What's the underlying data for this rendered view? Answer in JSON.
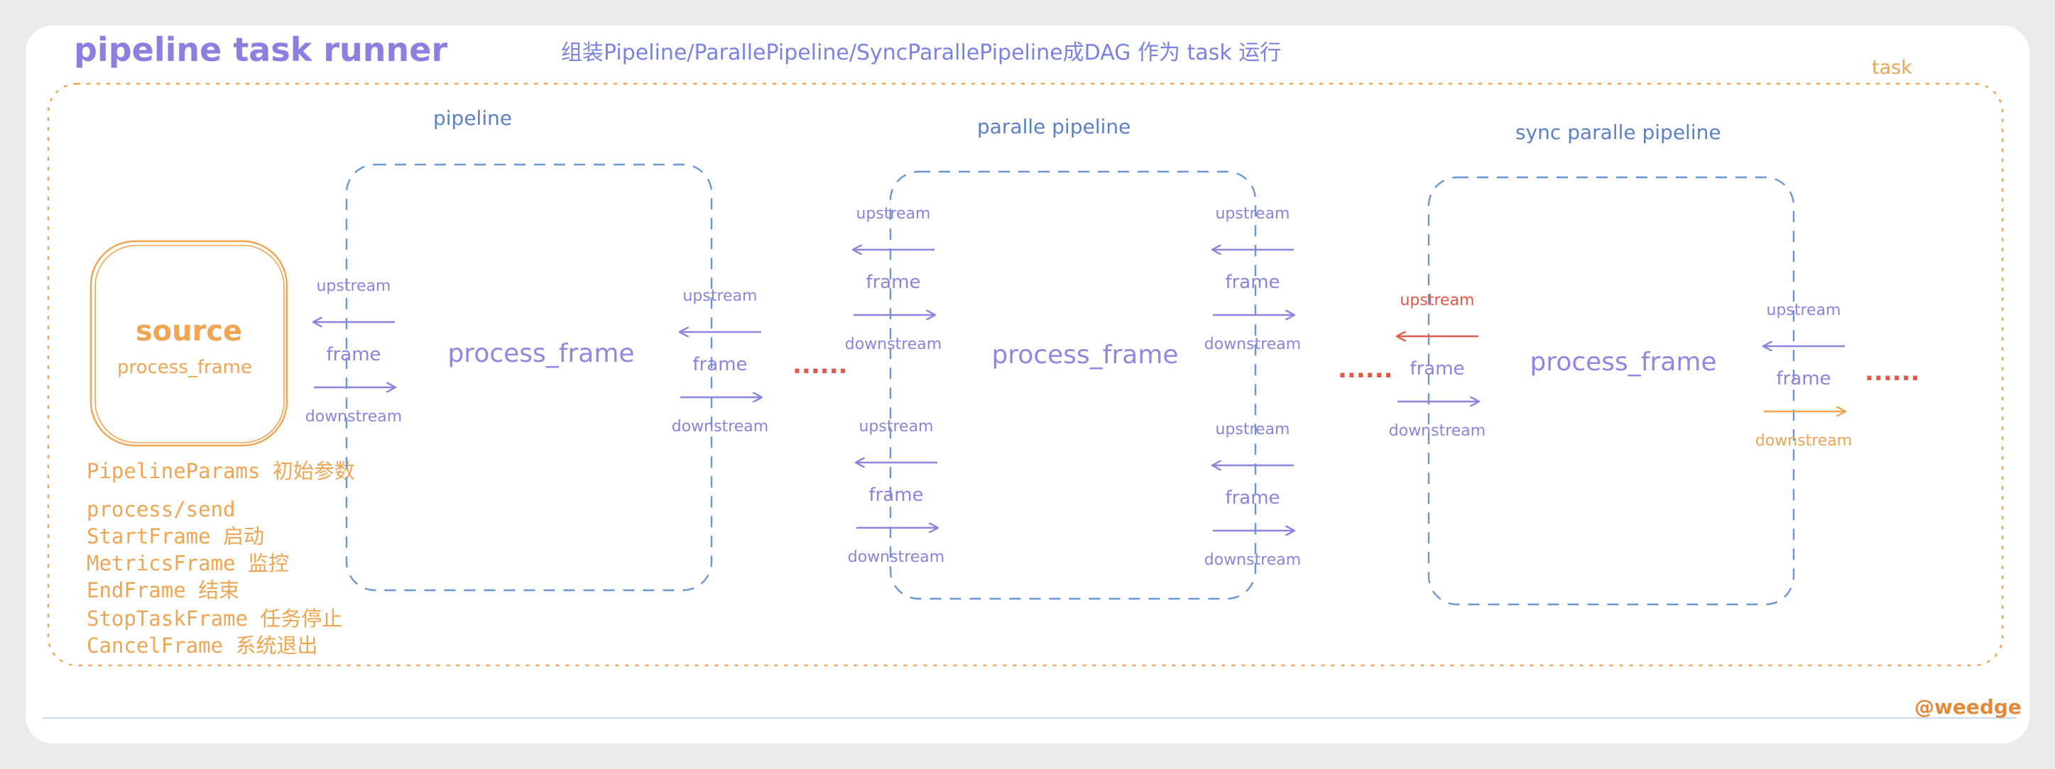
{
  "header": {
    "title": "pipeline task runner",
    "subtitle": "组装Pipeline/ParallePipeline/SyncParallePipeline成DAG 作为 task 运行"
  },
  "task_label": "task",
  "source": {
    "title": "source",
    "method": "process_frame",
    "params_label": "PipelineParams 初始参数",
    "notes": [
      "process/send",
      "StartFrame 启动",
      "MetricsFrame 监控",
      "EndFrame 结束",
      "StopTaskFrame 任务停止",
      "CancelFrame 系统退出"
    ]
  },
  "pipelines": [
    {
      "label": "pipeline",
      "process": "process_frame"
    },
    {
      "label": "paralle pipeline",
      "process": "process_frame"
    },
    {
      "label": "sync paralle pipeline",
      "process": "process_frame"
    }
  ],
  "connectors": {
    "upstream": "upstream",
    "frame": "frame",
    "downstream": "downstream"
  },
  "ellipsis": "......",
  "watermark": "@weedge",
  "colors": {
    "orange": "#f0a552",
    "blue_dash": "#6b96d6",
    "purple": "#8a84dc",
    "red": "#e05a4a",
    "background": "#ffffff"
  }
}
